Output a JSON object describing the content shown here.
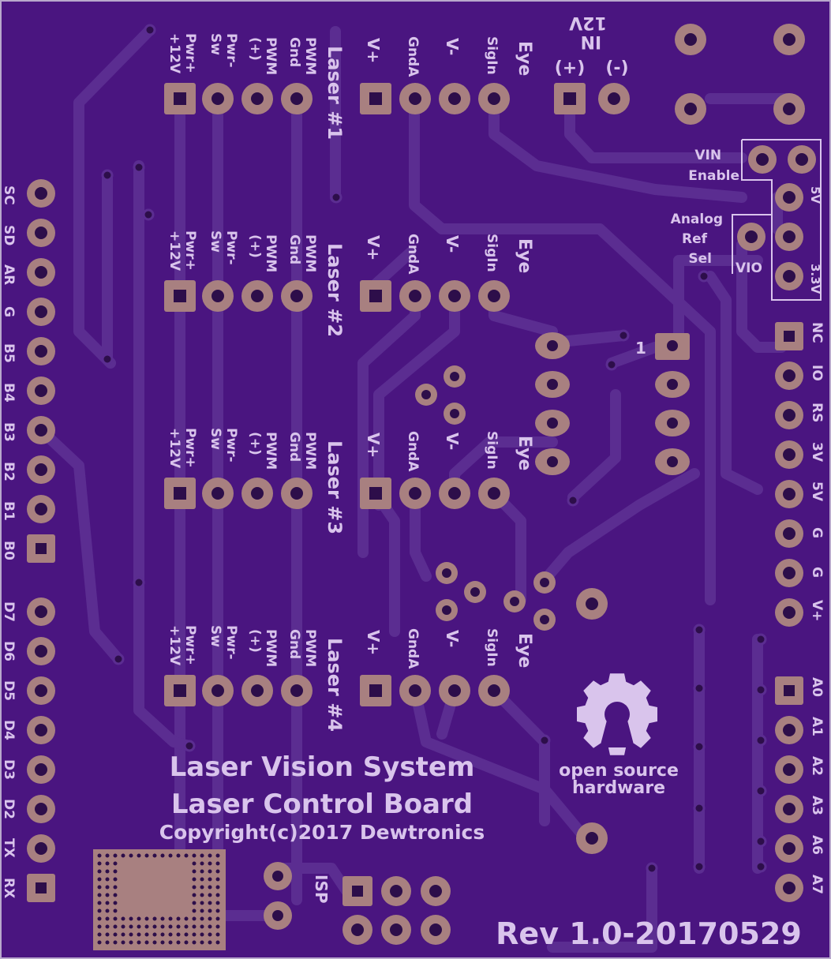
{
  "colors": {
    "board": "#4a1580",
    "board_edge": "#b8a8cc",
    "trace": "#5b2d91",
    "pad": "#a88080",
    "hole": "#2d0e4a",
    "silkscreen": "#d9c4ec"
  },
  "lasers": [
    {
      "title": "Laser #1",
      "power_labels": [
        "Pwr+",
        "+12V"
      ],
      "switch_labels": [
        "Pwr-",
        "Sw"
      ],
      "pwm_plus_labels": [
        "PWM",
        "(+)"
      ],
      "pwm_gnd_labels": [
        "PWM",
        "Gnd"
      ],
      "vplus_label": "V+",
      "gnda_label": "GndA",
      "vminus_label": "V-",
      "signal_label": "SigIn",
      "eye_label": "Eye"
    },
    {
      "title": "Laser #2",
      "power_labels": [
        "Pwr+",
        "+12V"
      ],
      "switch_labels": [
        "Pwr-",
        "Sw"
      ],
      "pwm_plus_labels": [
        "PWM",
        "(+)"
      ],
      "pwm_gnd_labels": [
        "PWM",
        "Gnd"
      ],
      "vplus_label": "V+",
      "gnda_label": "GndA",
      "vminus_label": "V-",
      "signal_label": "SigIn",
      "eye_label": "Eye"
    },
    {
      "title": "Laser #3",
      "power_labels": [
        "Pwr+",
        "+12V"
      ],
      "switch_labels": [
        "Pwr-",
        "Sw"
      ],
      "pwm_plus_labels": [
        "PWM",
        "(+)"
      ],
      "pwm_gnd_labels": [
        "PWM",
        "Gnd"
      ],
      "vplus_label": "V+",
      "gnda_label": "GndA",
      "vminus_label": "V-",
      "signal_label": "SigIn",
      "eye_label": "Eye"
    },
    {
      "title": "Laser #4",
      "power_labels": [
        "Pwr+",
        "+12V"
      ],
      "switch_labels": [
        "Pwr-",
        "Sw"
      ],
      "pwm_plus_labels": [
        "PWM",
        "(+)"
      ],
      "pwm_gnd_labels": [
        "PWM",
        "Gnd"
      ],
      "vplus_label": "V+",
      "gnda_label": "GndA",
      "vminus_label": "V-",
      "signal_label": "SigIn",
      "eye_label": "Eye"
    }
  ],
  "power_input": {
    "title_lines": [
      "IN",
      "12V"
    ],
    "plus_label": "(+)",
    "minus_label": "(-)"
  },
  "vin_enable": {
    "lines": [
      "VIN",
      "Enable"
    ]
  },
  "analog_ref": {
    "lines": [
      "Analog",
      "Ref",
      "Sel"
    ],
    "vio_label": "VIO",
    "v5_label": "5V",
    "v33_label": "3.3V"
  },
  "chip_pin1_label": "1",
  "left_header_labels": [
    "SC",
    "SD",
    "AR",
    "G",
    "B5",
    "B4",
    "B3",
    "B2",
    "B1",
    "B0"
  ],
  "left_header2_labels": [
    "D7",
    "D6",
    "D5",
    "D4",
    "D3",
    "D2",
    "TX",
    "RX"
  ],
  "right_header_labels": [
    "NC",
    "IO",
    "RS",
    "3V",
    "5V",
    "G",
    "G",
    "V+"
  ],
  "right_header2_labels": [
    "A0",
    "A1",
    "A2",
    "A3",
    "A6",
    "A7"
  ],
  "isp_label": "ISP",
  "osh_logo": {
    "line1": "open source",
    "line2": "hardware"
  },
  "title_lines": [
    "Laser Vision System",
    "Laser Control Board",
    "Copyright(c)2017 Dewtronics"
  ],
  "revision": "Rev 1.0-20170529"
}
